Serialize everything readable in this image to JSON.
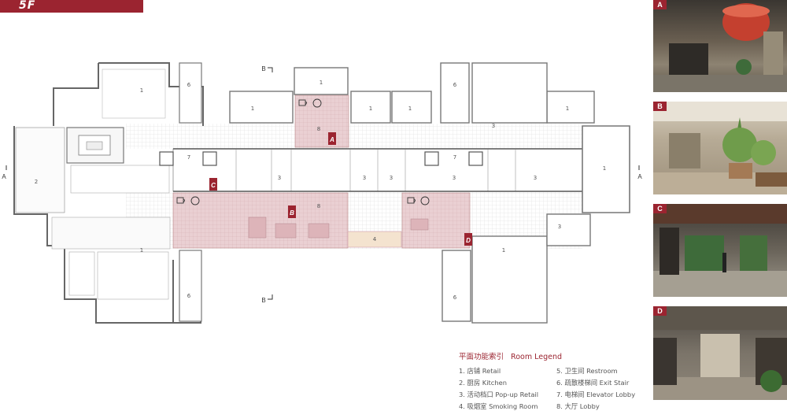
{
  "floor": "5F",
  "room_labels": {
    "r1": "1",
    "r2": "2",
    "r3": "3",
    "r4": "4",
    "r6": "6",
    "r7": "7",
    "r8": "8"
  },
  "markers": {
    "A": "A",
    "B": "B",
    "C": "C",
    "D": "D"
  },
  "section_labels": {
    "a": "A",
    "b": "B"
  },
  "legend": {
    "title_cn": "平面功能索引",
    "title_en": "Room Legend",
    "items": [
      "1. 店铺  Retail",
      "5. 卫生间  Restroom",
      "2. 厨房  Kitchen",
      "6. 疏散楼梯间  Exit Stair",
      "3. 活动档口  Pop-up Retail",
      "7. 电梯间  Elevator Lobby",
      "4. 吸烟室  Smoking Room",
      "8. 大厅  Lobby"
    ]
  },
  "photos": [
    {
      "label": "A",
      "alt": "photo-a"
    },
    {
      "label": "B",
      "alt": "photo-b"
    },
    {
      "label": "C",
      "alt": "photo-c"
    },
    {
      "label": "D",
      "alt": "photo-d"
    }
  ],
  "colors": {
    "accent": "#9b2430",
    "lobby_fill": "#e9cdd0",
    "smoking_fill": "#f4e3cf",
    "corridor_fill": "#ececec"
  }
}
